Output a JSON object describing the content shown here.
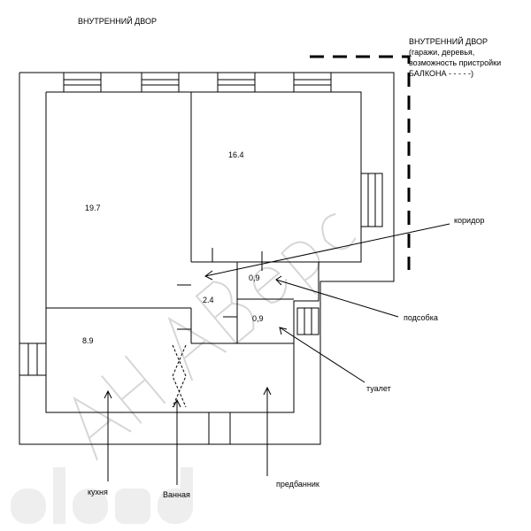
{
  "labels": {
    "courtyard_top": "ВНУТРЕННИЙ ДВОР",
    "courtyard_right": [
      "ВНУТРЕННИЙ ДВОР",
      "(гаражи, деревья,",
      "возможность пристройки",
      "БАЛКОНА - - - - -)"
    ],
    "koridor": "коридор",
    "podsobka": "подсобка",
    "tualet": "туалет",
    "kukhnya": "кухня",
    "vannaya": "Ванная",
    "predbannik": "предбанник"
  },
  "areas": {
    "room_left": "19.7",
    "room_right": "16.4",
    "kitchen": "8.9",
    "hall": "2.4",
    "podsobka": "0,9",
    "tualet": "0,9"
  },
  "watermarks": [
    "АН Аверс",
    "slando"
  ]
}
